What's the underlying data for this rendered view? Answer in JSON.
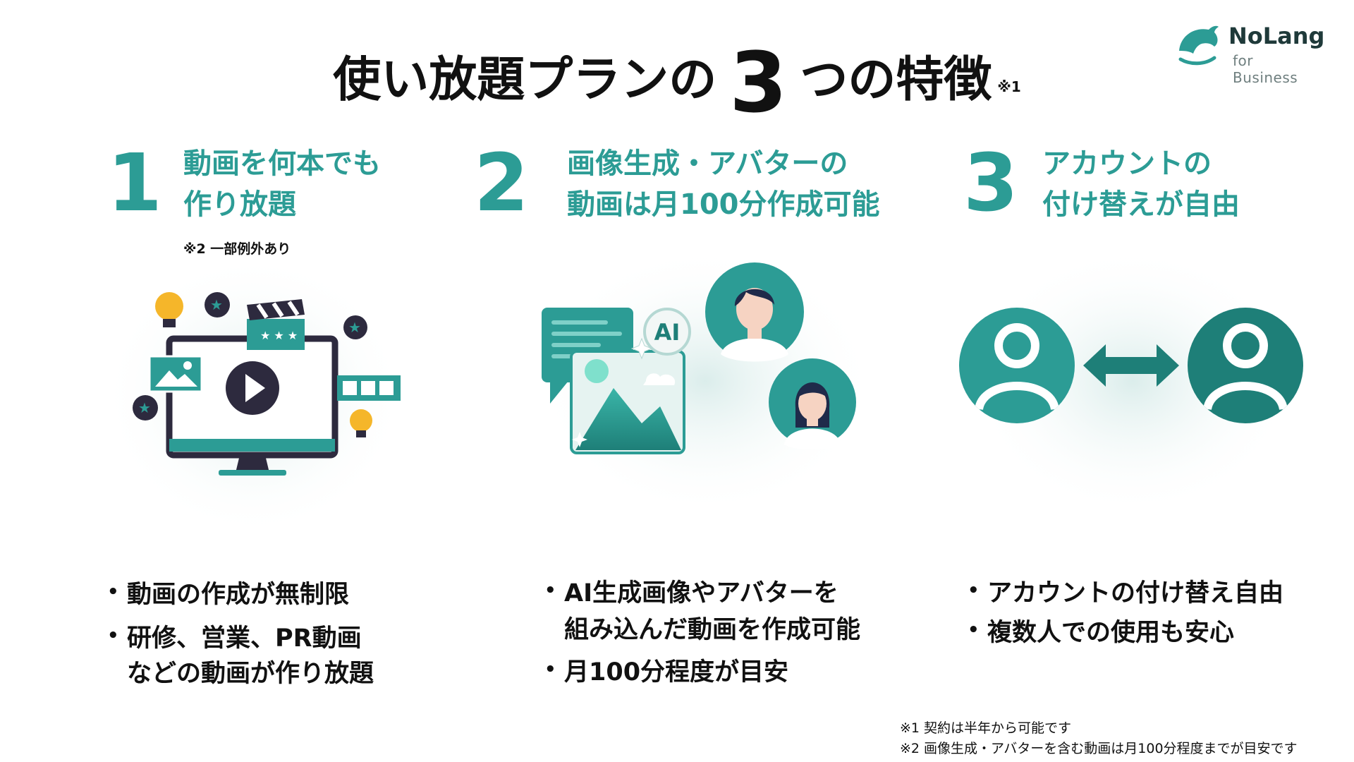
{
  "title": {
    "prefix": "使い放題プランの",
    "number": "3",
    "suffix": "つの特徴",
    "note": "※1"
  },
  "logo": {
    "name": "NoLang",
    "sub": "for Business",
    "icon": "dolphin-logo-icon"
  },
  "features": [
    {
      "number": "1",
      "line1": "動画を何本でも",
      "line2": "作り放題",
      "note": "※2 一部例外あり",
      "bullets": [
        "動画の作成が無制限",
        "研修、営業、PR動画",
        "などの動画が作り放題"
      ],
      "illustration": "video-production-illustration"
    },
    {
      "number": "2",
      "line1": "画像生成・アバターの",
      "line2": "動画は月100分作成可能",
      "bullets": [
        "AI生成画像やアバターを",
        "組み込んだ動画を作成可能",
        "月100分程度が目安"
      ],
      "illustration": "ai-image-avatar-illustration",
      "ai_label": "AI"
    },
    {
      "number": "3",
      "line1": "アカウントの",
      "line2": "付け替えが自由",
      "bullets": [
        "アカウントの付け替え自由",
        "複数人での使用も安心"
      ],
      "illustration": "account-switch-illustration"
    }
  ],
  "footnotes": [
    "※1 契約は半年から可能です",
    "※2 画像生成・アバターを含む動画は月100分程度までが目安です"
  ],
  "colors": {
    "teal": "#2c9c95",
    "teal_dark": "#1e7f78",
    "navy": "#2d2a3e",
    "yellow": "#f5b62a"
  }
}
